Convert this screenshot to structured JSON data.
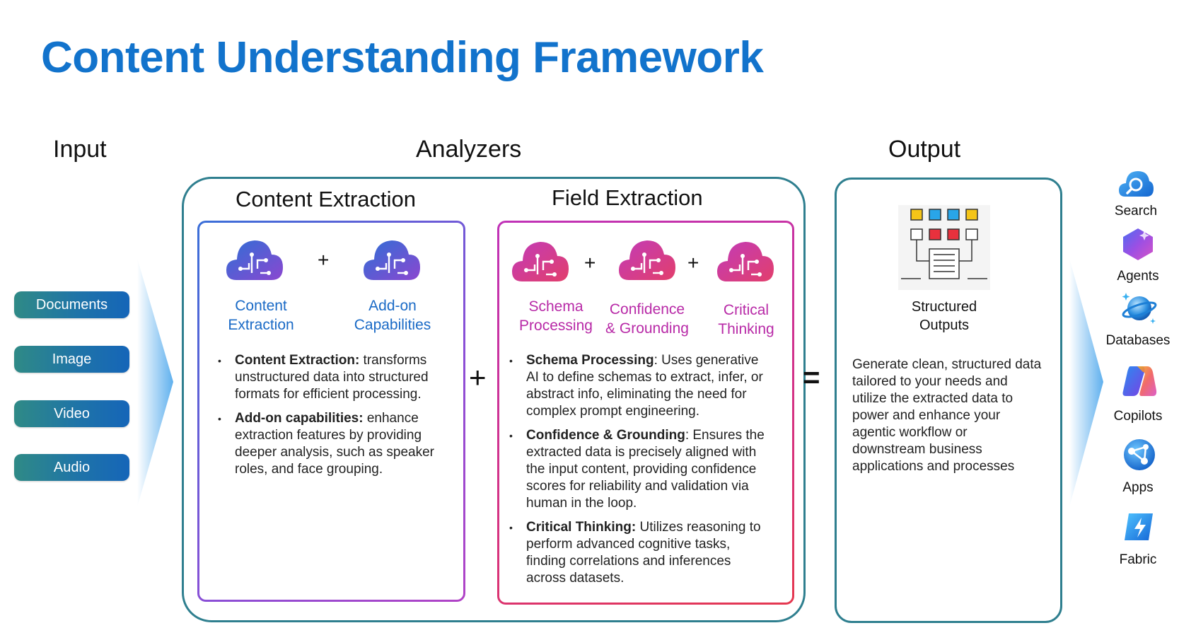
{
  "title": "Content Understanding Framework",
  "sections": {
    "input": "Input",
    "analyzers": "Analyzers",
    "output": "Output"
  },
  "inputs": [
    "Documents",
    "Image",
    "Video",
    "Audio"
  ],
  "content_extraction": {
    "heading": "Content Extraction",
    "capabilities": [
      {
        "line1": "Content",
        "line2": "Extraction"
      },
      {
        "line1": "Add-on",
        "line2": "Capabilities"
      }
    ],
    "plus": "+",
    "bullets": [
      {
        "bold": "Content Extraction:",
        "text": " transforms unstructured data into structured formats for efficient processing."
      },
      {
        "bold": "Add-on capabilities:",
        "text": " enhance extraction features by providing deeper analysis, such as  speaker roles, and face grouping."
      }
    ]
  },
  "field_extraction": {
    "heading": "Field Extraction",
    "capabilities": [
      {
        "line1": "Schema",
        "line2": "Processing"
      },
      {
        "line1": "Confidence",
        "line2": "& Grounding"
      },
      {
        "line1": "Critical",
        "line2": "Thinking"
      }
    ],
    "plus": "+",
    "bullets": [
      {
        "bold": "Schema Processing",
        "text": ": Uses generative AI to define schemas to extract, infer, or abstract info, eliminating the need for complex prompt engineering."
      },
      {
        "bold": "Confidence & Grounding",
        "text": ": Ensures the extracted data is precisely aligned with the input content, providing confidence scores for reliability and validation via human in the loop."
      },
      {
        "bold": "Critical Thinking:",
        "text": " Utilizes reasoning to perform advanced cognitive tasks, finding correlations and inferences across datasets."
      }
    ]
  },
  "operators": {
    "plus": "+",
    "equals": "="
  },
  "output": {
    "label_line1": "Structured",
    "label_line2": "Outputs",
    "description": "Generate clean, structured data tailored to your needs and utilize the extracted data to power and enhance your agentic workflow or downstream business applications and processes"
  },
  "destinations": [
    {
      "label": "Search",
      "icon": "search-icon"
    },
    {
      "label": "Agents",
      "icon": "agents-icon"
    },
    {
      "label": "Databases",
      "icon": "database-icon"
    },
    {
      "label": "Copilots",
      "icon": "copilot-icon"
    },
    {
      "label": "Apps",
      "icon": "apps-icon"
    },
    {
      "label": "Fabric",
      "icon": "fabric-icon"
    }
  ],
  "colors": {
    "title": "#1273cc",
    "box_border": "#2f7f8f",
    "content_extraction_accent": "#1a6ac6",
    "field_extraction_accent": "#b82aa7"
  }
}
